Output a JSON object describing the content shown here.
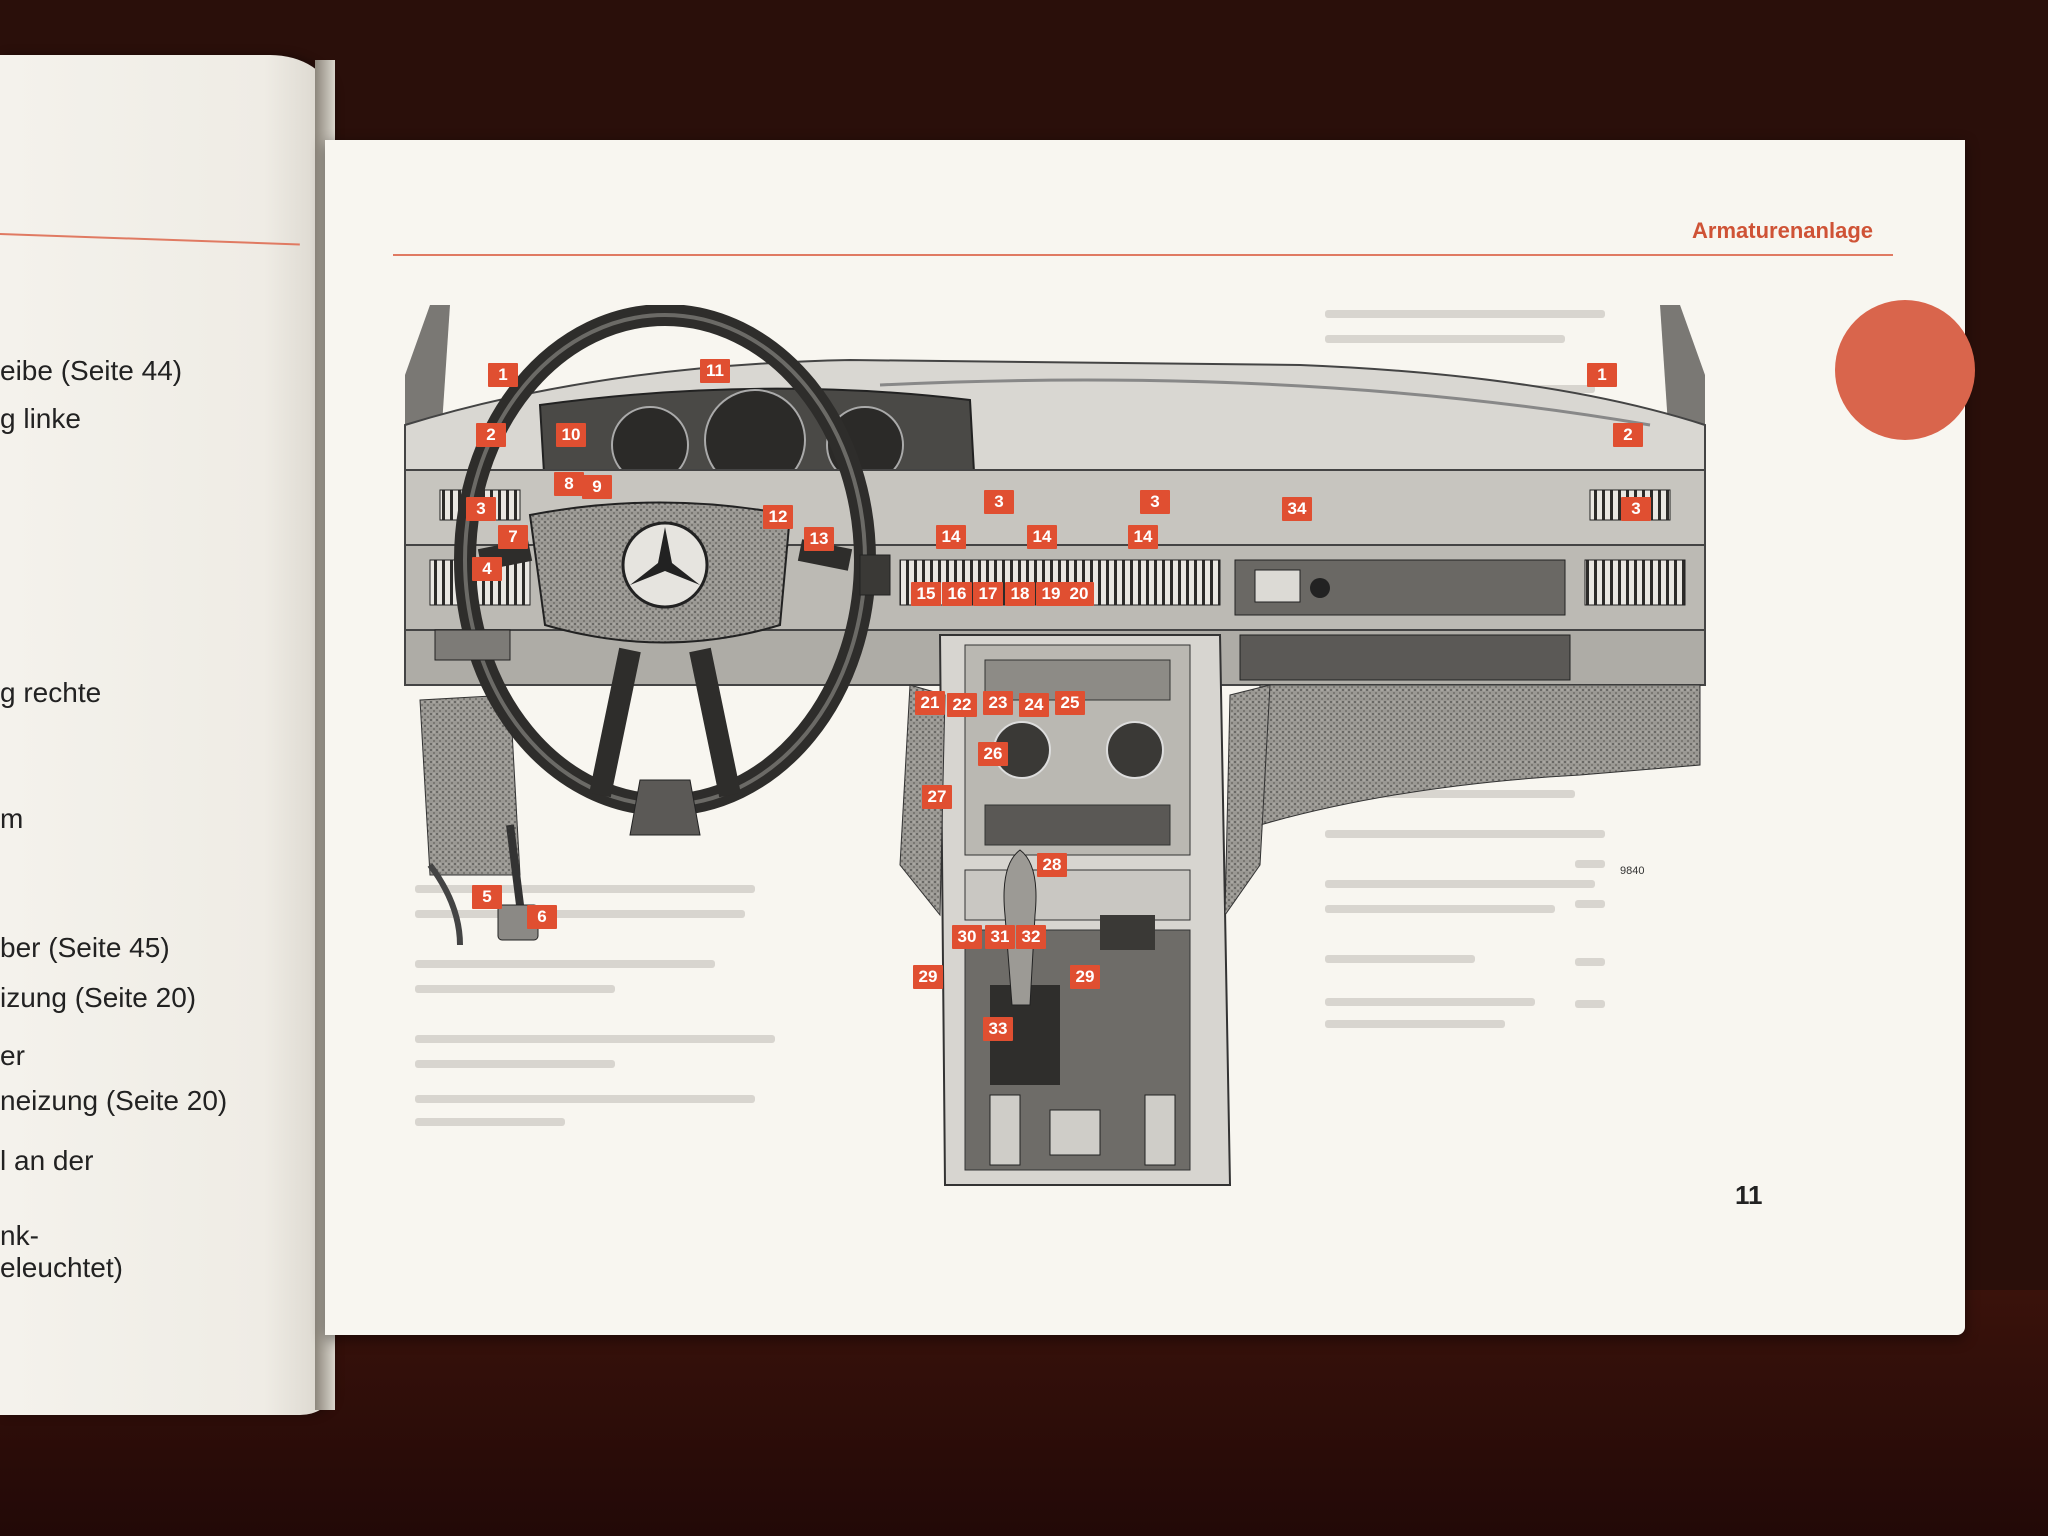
{
  "left_page": {
    "lines": [
      "eibe (Seite 44)",
      "g linke",
      "g rechte",
      "m",
      "ber (Seite 45)",
      "izung (Seite 20)",
      "er",
      "neizung (Seite 20)",
      "l an der",
      "nk-",
      "eleuchtet)"
    ]
  },
  "right_page": {
    "section_title": "Armaturenanlage",
    "page_number": "11",
    "drawing_number": "9840",
    "callouts": [
      "1",
      "1",
      "2",
      "2",
      "3",
      "3",
      "3",
      "3",
      "4",
      "5",
      "6",
      "7",
      "8",
      "9",
      "10",
      "11",
      "12",
      "13",
      "14",
      "14",
      "14",
      "15",
      "16",
      "17",
      "18",
      "19",
      "20",
      "21",
      "22",
      "23",
      "24",
      "25",
      "26",
      "27",
      "28",
      "29",
      "29",
      "30",
      "31",
      "32",
      "33",
      "34"
    ]
  },
  "colors": {
    "accent": "#cf5336",
    "callout_bg": "#e04f31",
    "page": "#f8f6f0",
    "background": "#2a0f0a"
  }
}
